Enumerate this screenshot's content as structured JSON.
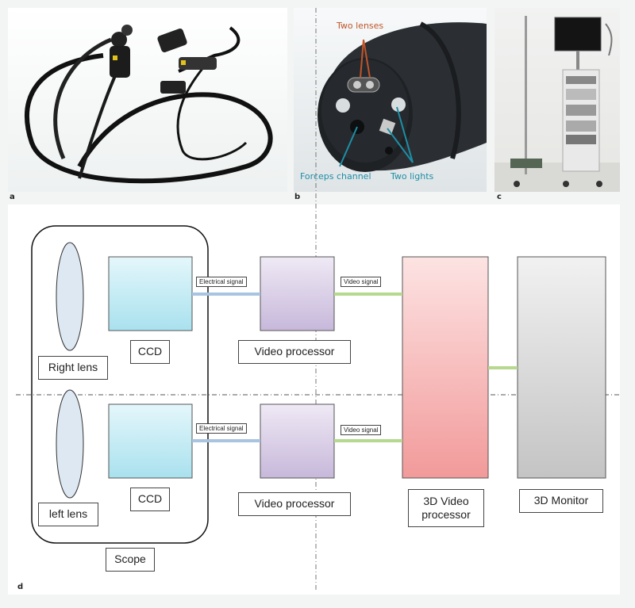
{
  "panels": {
    "a": {
      "letter": "a"
    },
    "b": {
      "letter": "b",
      "labels": {
        "lenses": "Two lenses",
        "forceps": "Forceps channel",
        "lights": "Two lights"
      }
    },
    "c": {
      "letter": "c"
    },
    "d": {
      "letter": "d"
    }
  },
  "colors": {
    "ccd_fill": "#bfe9f2",
    "processor_fill": "#d8cde6",
    "video3d_fill": "#f3a3a3",
    "monitor_fill": "#d2d2d2",
    "electrical_line": "#a8c4e0",
    "video_line": "#b6d88f",
    "label_orange": "#c0562a",
    "label_teal": "#1e8fa6"
  },
  "diagram": {
    "right_lens_label": "Right lens",
    "left_lens_label": "left lens",
    "ccd_top_label": "CCD",
    "ccd_bottom_label": "CCD",
    "processor_top_label": "Video processor",
    "processor_bottom_label": "Video processor",
    "scope_label": "Scope",
    "video3d_label": "3D Video processor",
    "monitor_label": "3D Monitor",
    "electrical_top": "Electrical signal",
    "electrical_bottom": "Electrical signal",
    "video_top": "Video signal",
    "video_bottom": "Video signal"
  }
}
